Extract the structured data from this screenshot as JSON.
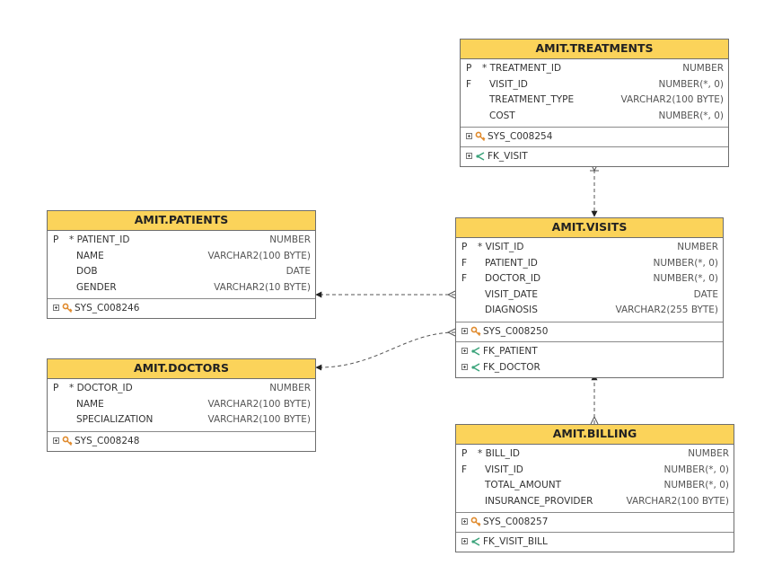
{
  "tables": [
    {
      "id": "treatments",
      "title": "AMIT.TREATMENTS",
      "columns": [
        {
          "key": "P",
          "name": "* TREATMENT_ID",
          "type": "NUMBER"
        },
        {
          "key": "F",
          "name": "VISIT_ID",
          "type": "NUMBER(*, 0)"
        },
        {
          "key": "",
          "name": "TREATMENT_TYPE",
          "type": "VARCHAR2(100 BYTE)"
        },
        {
          "key": "",
          "name": "COST",
          "type": "NUMBER(*, 0)"
        }
      ],
      "constraint_groups": [
        [
          {
            "icon": "key-icon",
            "name": "SYS_C008254"
          }
        ],
        [
          {
            "icon": "foreign-key-icon",
            "name": "FK_VISIT"
          }
        ]
      ]
    },
    {
      "id": "patients",
      "title": "AMIT.PATIENTS",
      "columns": [
        {
          "key": "P",
          "name": "* PATIENT_ID",
          "type": "NUMBER"
        },
        {
          "key": "",
          "name": "NAME",
          "type": "VARCHAR2(100 BYTE)"
        },
        {
          "key": "",
          "name": "DOB",
          "type": "DATE"
        },
        {
          "key": "",
          "name": "GENDER",
          "type": "VARCHAR2(10 BYTE)"
        }
      ],
      "constraint_groups": [
        [
          {
            "icon": "key-icon",
            "name": "SYS_C008246"
          }
        ]
      ]
    },
    {
      "id": "visits",
      "title": "AMIT.VISITS",
      "columns": [
        {
          "key": "P",
          "name": "* VISIT_ID",
          "type": "NUMBER"
        },
        {
          "key": "F",
          "name": "PATIENT_ID",
          "type": "NUMBER(*, 0)"
        },
        {
          "key": "F",
          "name": "DOCTOR_ID",
          "type": "NUMBER(*, 0)"
        },
        {
          "key": "",
          "name": "VISIT_DATE",
          "type": "DATE"
        },
        {
          "key": "",
          "name": "DIAGNOSIS",
          "type": "VARCHAR2(255 BYTE)"
        }
      ],
      "constraint_groups": [
        [
          {
            "icon": "key-icon",
            "name": "SYS_C008250"
          }
        ],
        [
          {
            "icon": "foreign-key-icon",
            "name": "FK_PATIENT"
          },
          {
            "icon": "foreign-key-icon",
            "name": "FK_DOCTOR"
          }
        ]
      ]
    },
    {
      "id": "doctors",
      "title": "AMIT.DOCTORS",
      "columns": [
        {
          "key": "P",
          "name": "* DOCTOR_ID",
          "type": "NUMBER"
        },
        {
          "key": "",
          "name": "NAME",
          "type": "VARCHAR2(100 BYTE)"
        },
        {
          "key": "",
          "name": "SPECIALIZATION",
          "type": "VARCHAR2(100 BYTE)"
        }
      ],
      "constraint_groups": [
        [
          {
            "icon": "key-icon",
            "name": "SYS_C008248"
          }
        ]
      ]
    },
    {
      "id": "billing",
      "title": "AMIT.BILLING",
      "columns": [
        {
          "key": "P",
          "name": "* BILL_ID",
          "type": "NUMBER"
        },
        {
          "key": "F",
          "name": "VISIT_ID",
          "type": "NUMBER(*, 0)"
        },
        {
          "key": "",
          "name": "TOTAL_AMOUNT",
          "type": "NUMBER(*, 0)"
        },
        {
          "key": "",
          "name": "INSURANCE_PROVIDER",
          "type": "VARCHAR2(100 BYTE)"
        }
      ],
      "constraint_groups": [
        [
          {
            "icon": "key-icon",
            "name": "SYS_C008257"
          }
        ],
        [
          {
            "icon": "foreign-key-icon",
            "name": "FK_VISIT_BILL"
          }
        ]
      ]
    }
  ],
  "relationships": [
    {
      "name": "FK_VISIT",
      "from": "treatments",
      "to": "visits"
    },
    {
      "name": "FK_PATIENT",
      "from": "visits",
      "to": "patients"
    },
    {
      "name": "FK_DOCTOR",
      "from": "visits",
      "to": "doctors"
    },
    {
      "name": "FK_VISIT_BILL",
      "from": "billing",
      "to": "visits"
    }
  ],
  "colors": {
    "header_fill": "#fbd35a",
    "border": "#6e6e6e",
    "key_icon": "#e08a2c",
    "fk_icon": "#3aa37a"
  }
}
